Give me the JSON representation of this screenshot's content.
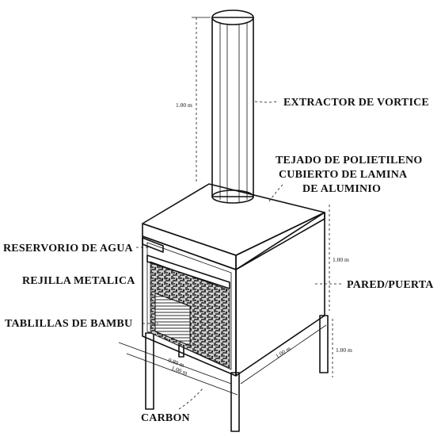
{
  "labels": {
    "extractor": "EXTRACTOR DE VORTICE",
    "roof_line1": "TEJADO DE POLIETILENO",
    "roof_line2": "CUBIERTO DE LAMINA",
    "roof_line3": "DE ALUMINIO",
    "reservoir": "RESERVORIO DE AGUA",
    "grate": "REJILLA METALICA",
    "wall_door": "PARED/PUERTA",
    "bamboo": "TABLILLAS DE BAMBU",
    "charcoal": "CARBON"
  },
  "dimensions": {
    "chimney_height": "1.00 m",
    "wall_height": "1.00 m",
    "leg_height": "1.00 m",
    "side_depth": "1.00 m",
    "front_width_inner": "0.80 m",
    "front_width_outer": "1.00 m"
  },
  "colors": {
    "ink": "#111111",
    "background": "#ffffff",
    "roof_shade": "#e9e9e9",
    "charcoal": "#3a3a3a"
  }
}
